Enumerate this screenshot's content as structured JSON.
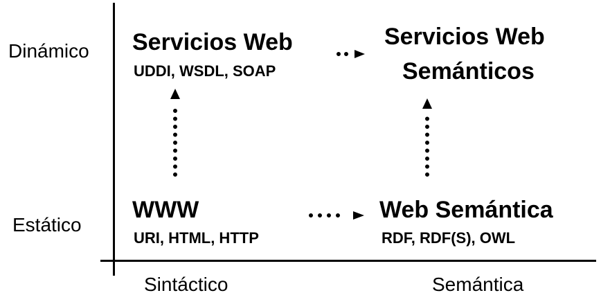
{
  "axes": {
    "y_top": "Dinámico",
    "y_bottom": "Estático",
    "x_left": "Sintáctico",
    "x_right": "Semántica"
  },
  "nodes": {
    "servicios_web": {
      "title": "Servicios Web",
      "subtitle": "UDDI, WSDL, SOAP"
    },
    "servicios_web_semanticos": {
      "title_line1": "Servicios Web",
      "title_line2": "Semánticos"
    },
    "www": {
      "title": "WWW",
      "subtitle": "URI, HTML, HTTP"
    },
    "web_semantica": {
      "title": "Web Semántica",
      "subtitle": "RDF, RDF(S), OWL"
    }
  },
  "colors": {
    "ink": "#000000",
    "background": "#ffffff"
  }
}
